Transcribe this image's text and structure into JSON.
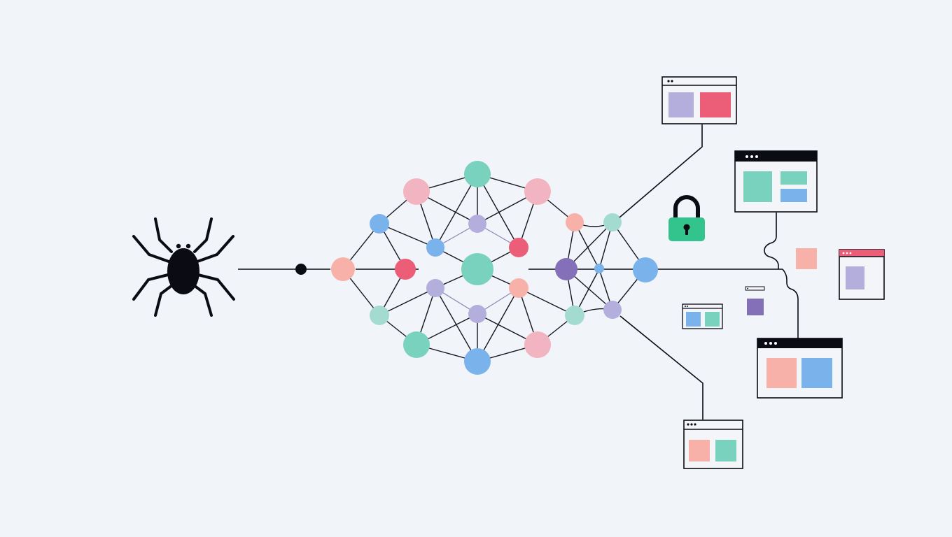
{
  "colors": {
    "background": "#f1f4f9",
    "ink": "#0b0b14",
    "teal": "#78d2be",
    "pink": "#f2b4c0",
    "blue": "#7ab3ec",
    "lavender": "#b3aedb",
    "salmon": "#f8b1a8",
    "red": "#ec5d78",
    "purple": "#8470b8",
    "mint": "#a3dbd0",
    "lock": "#32c48c"
  },
  "icons": {
    "crawler": "spider-icon",
    "security": "padlock-icon"
  },
  "network": {
    "nodes": [
      {
        "id": "n-salmon-left",
        "color": "salmon"
      },
      {
        "id": "n-red-left",
        "color": "red"
      },
      {
        "id": "n-blue-upper-left",
        "color": "blue"
      },
      {
        "id": "n-mint-lower-left",
        "color": "mint"
      },
      {
        "id": "n-pink-top-left",
        "color": "pink"
      },
      {
        "id": "n-teal-top",
        "color": "teal"
      },
      {
        "id": "n-pink-top-right",
        "color": "pink"
      },
      {
        "id": "n-teal-bottom-left",
        "color": "teal"
      },
      {
        "id": "n-blue-bottom",
        "color": "blue"
      },
      {
        "id": "n-pink-bottom-right",
        "color": "pink"
      },
      {
        "id": "n-lavender-upper-center",
        "color": "lavender"
      },
      {
        "id": "n-blue-inner-left",
        "color": "blue"
      },
      {
        "id": "n-red-inner-right",
        "color": "red"
      },
      {
        "id": "n-teal-center",
        "color": "teal"
      },
      {
        "id": "n-lavender-inner-left",
        "color": "lavender"
      },
      {
        "id": "n-salmon-inner-right",
        "color": "salmon"
      },
      {
        "id": "n-lavender-lower-center",
        "color": "lavender"
      },
      {
        "id": "n-salmon-right-upper",
        "color": "salmon"
      },
      {
        "id": "n-purple-right",
        "color": "purple"
      },
      {
        "id": "n-mint-right-lower",
        "color": "mint"
      },
      {
        "id": "n-blue-small-right",
        "color": "blue"
      },
      {
        "id": "n-mint-upper-far",
        "color": "mint"
      },
      {
        "id": "n-blue-far-right",
        "color": "blue"
      },
      {
        "id": "n-lavender-lower-far",
        "color": "lavender"
      }
    ]
  },
  "pages": [
    {
      "id": "page-top",
      "header": "light",
      "blocks": [
        "lavender",
        "red"
      ]
    },
    {
      "id": "page-upper-right",
      "header": "dark",
      "blocks": [
        "teal",
        "teal",
        "blue"
      ]
    },
    {
      "id": "page-right",
      "header": "red",
      "blocks": [
        "lavender"
      ]
    },
    {
      "id": "page-lower-right",
      "header": "dark",
      "blocks": [
        "salmon",
        "blue"
      ]
    },
    {
      "id": "page-bottom",
      "header": "light",
      "blocks": [
        "salmon",
        "teal"
      ]
    },
    {
      "id": "page-small-center",
      "header": "light",
      "blocks": [
        "blue",
        "teal"
      ]
    }
  ],
  "floating_tiles": [
    "salmon",
    "purple"
  ]
}
